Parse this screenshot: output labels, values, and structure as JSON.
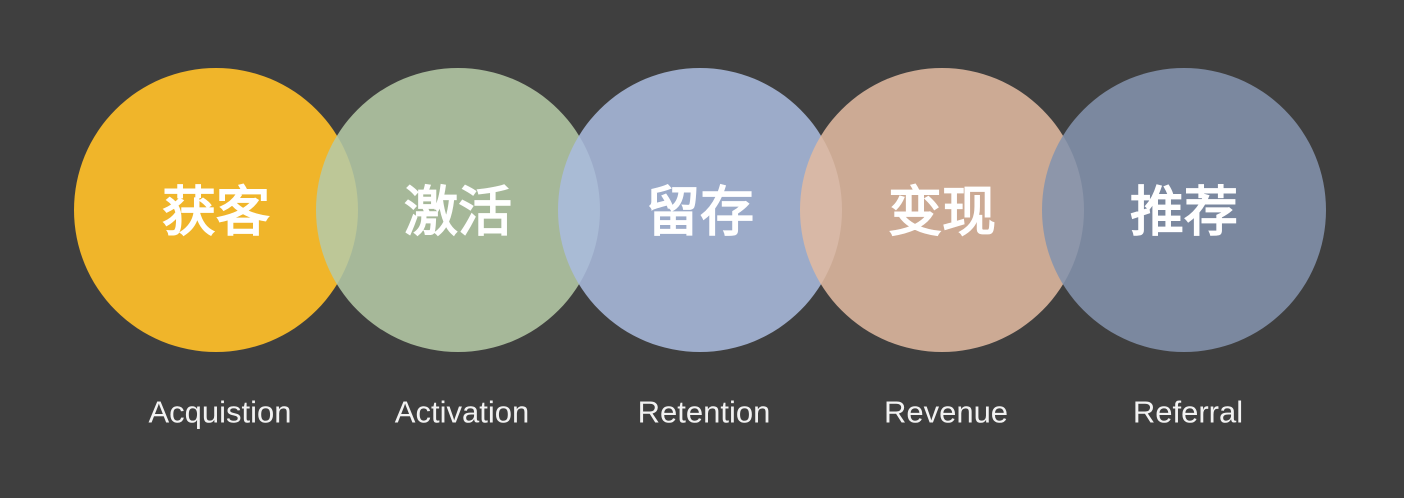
{
  "stages": [
    {
      "cn": "获客",
      "en": "Acquistion",
      "color": "#f0b52a"
    },
    {
      "cn": "激活",
      "en": "Activation",
      "color": "#b5c9a6"
    },
    {
      "cn": "留存",
      "en": "Retention",
      "color": "#aabbdd"
    },
    {
      "cn": "变现",
      "en": "Revenue",
      "color": "#e0b9a0"
    },
    {
      "cn": "推荐",
      "en": "Referral",
      "color": "#8493ad"
    }
  ]
}
